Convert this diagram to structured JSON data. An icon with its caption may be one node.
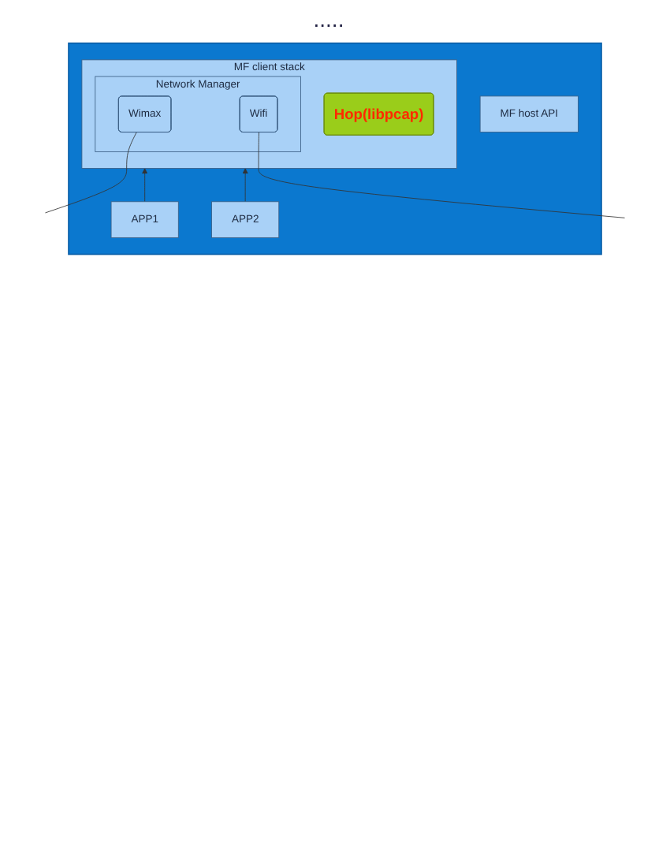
{
  "diagram": {
    "nodes": [
      {
        "text": [],
        "shape": "box"
      },
      {
        "text": [
          "MF client stack"
        ],
        "in": 0
      },
      {
        "text": [
          "Network Manager"
        ],
        "in": 1
      },
      {
        "text": [
          "Wimax"
        ],
        "in": 2
      },
      {
        "text": [
          "Wifi"
        ],
        "in": 2
      },
      {
        "text": [
          "Hop(libpcap)"
        ],
        "in": 1
      },
      {
        "text": [
          "MF host API"
        ],
        "in": 0
      },
      {
        "text": [
          "APP1"
        ],
        "in": 0
      },
      {
        "text": [
          "APP2"
        ],
        "in": 0
      }
    ],
    "edges": [
      {
        "from": null,
        "to": 3,
        "arrow": "none"
      },
      {
        "from": null,
        "to": 4,
        "arrow": "none"
      },
      {
        "from": 7,
        "to": 1,
        "arrow": "to"
      },
      {
        "from": 8,
        "to": 1,
        "arrow": "to"
      }
    ],
    "labels": [
      "....."
    ]
  }
}
